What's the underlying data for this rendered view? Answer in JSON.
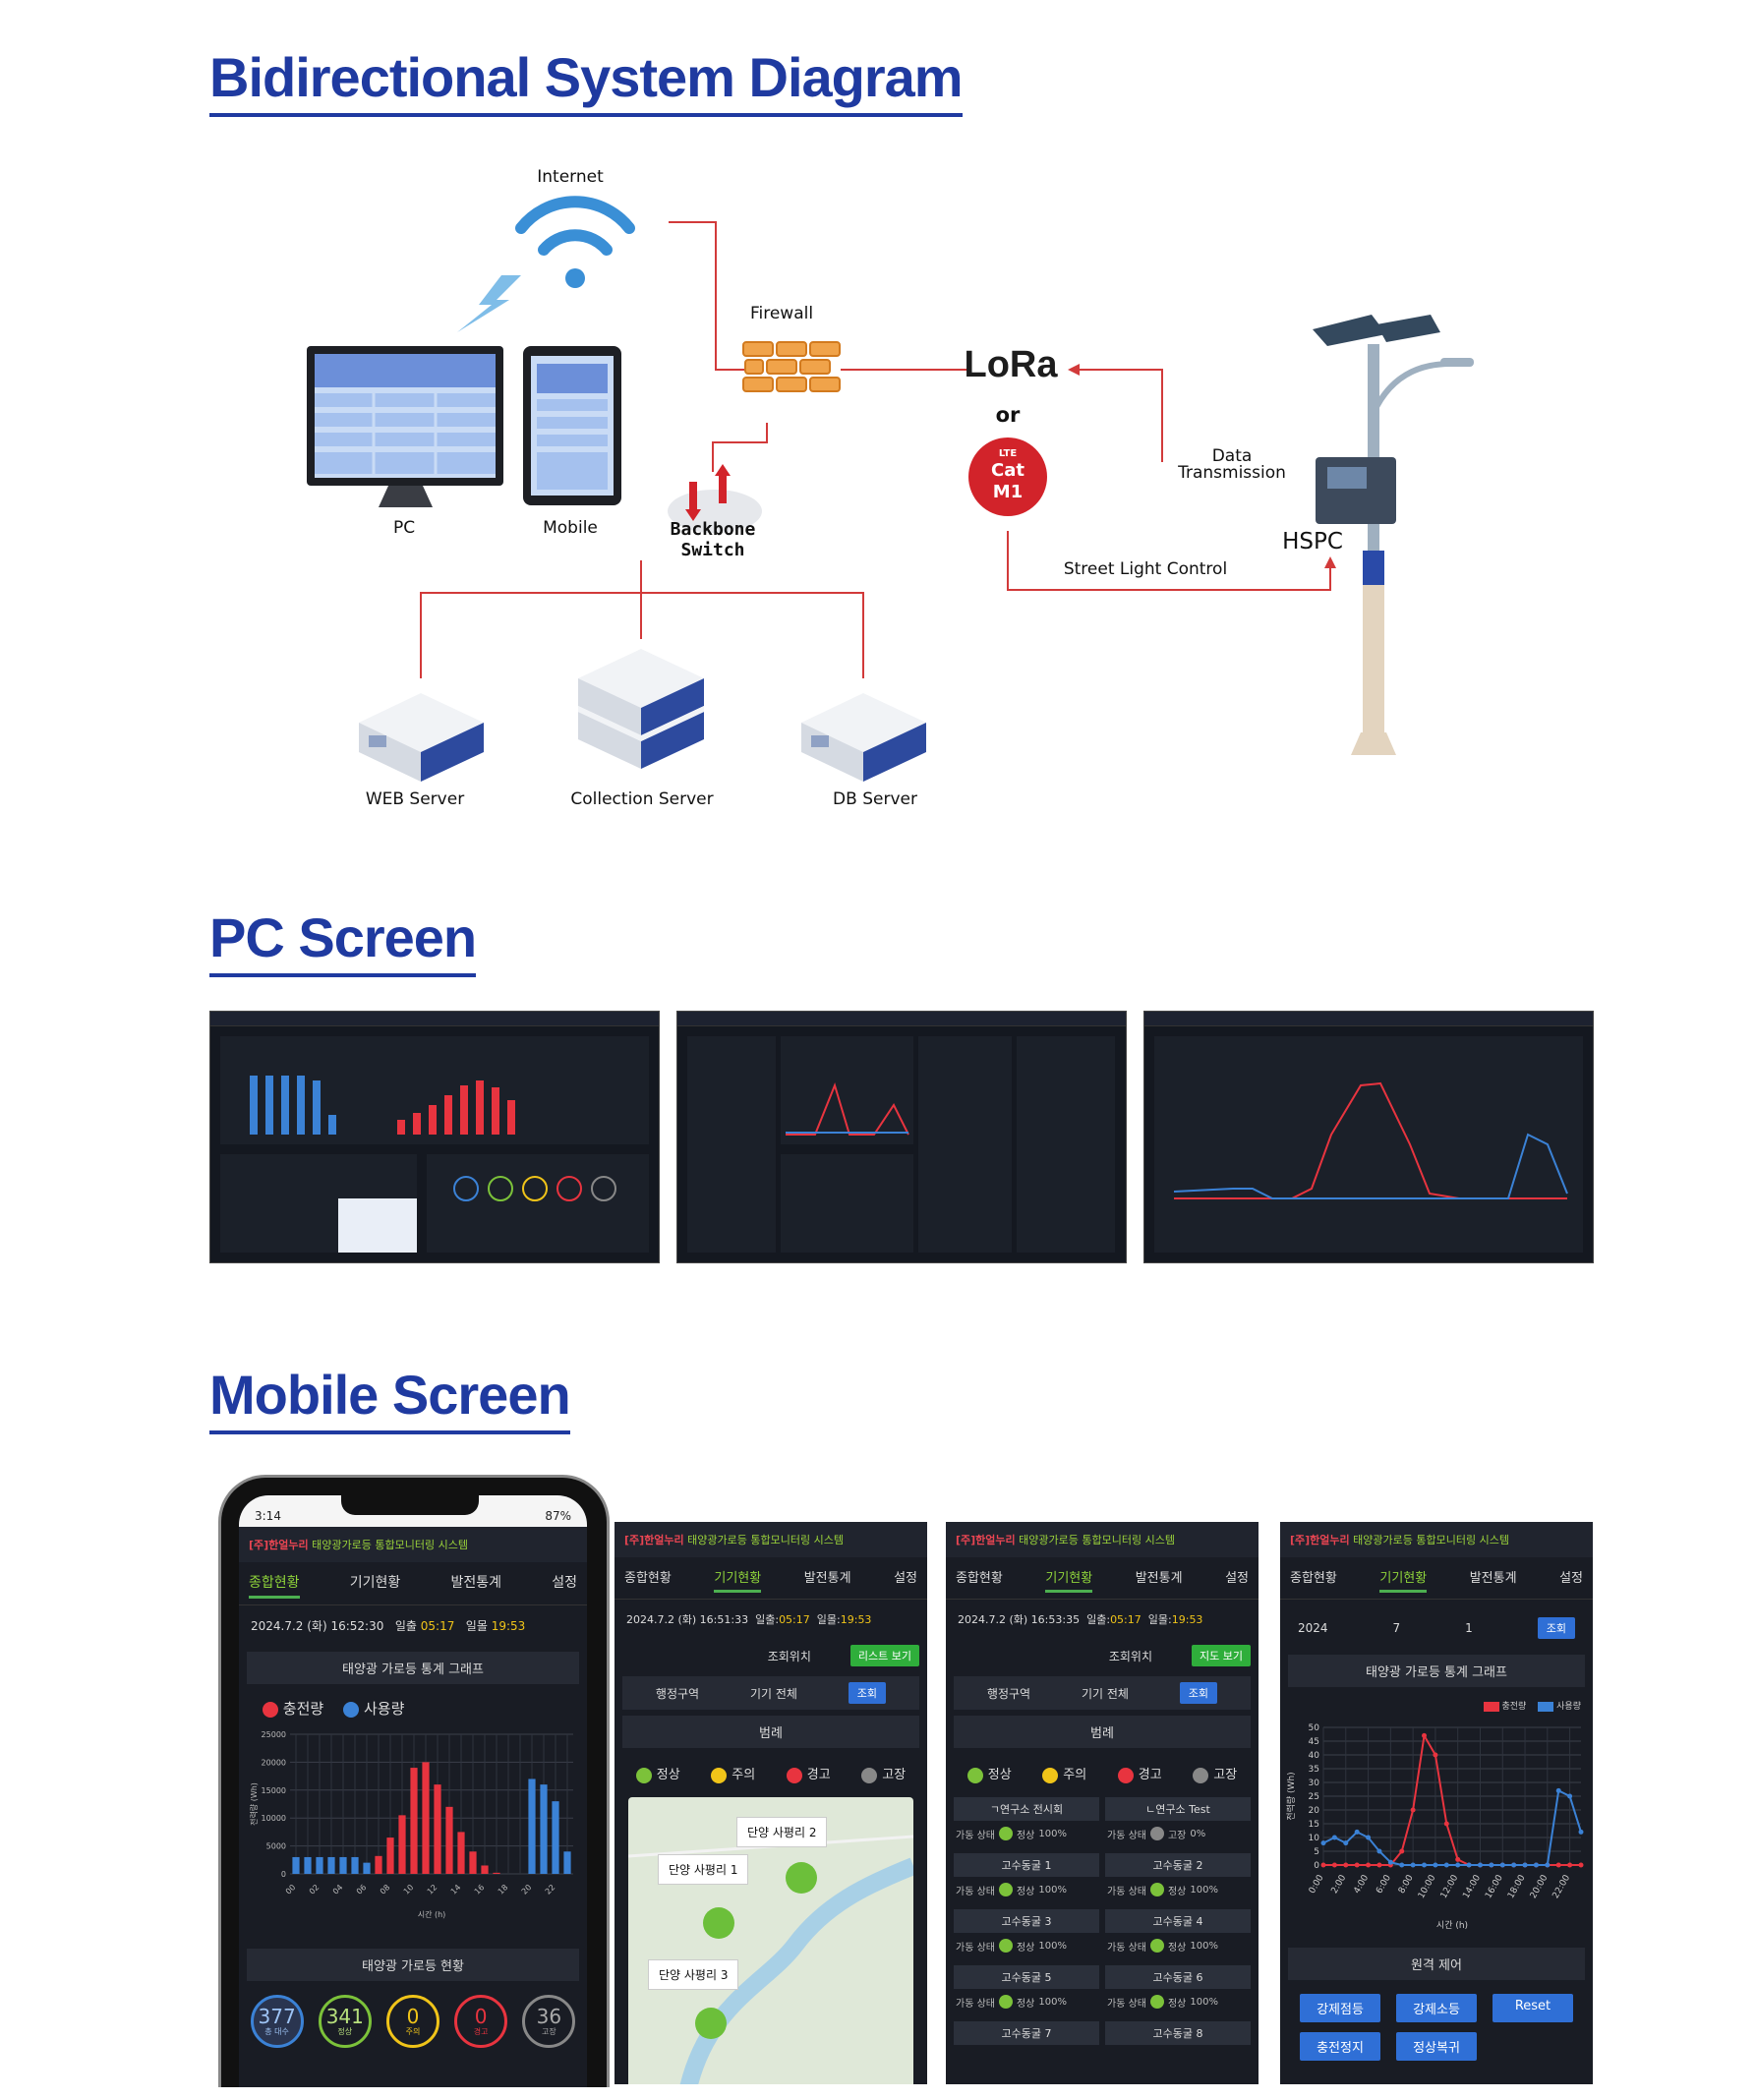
{
  "sections": {
    "diagram_title": "Bidirectional System Diagram",
    "pc_title": "PC Screen",
    "mobile_title": "Mobile Screen"
  },
  "diagram": {
    "internet": "Internet",
    "firewall": "Firewall",
    "pc": "PC",
    "mobile": "Mobile",
    "backbone_line1": "Backbone",
    "backbone_line2": "Switch",
    "lora": "LoRa",
    "or": "or",
    "lte_line1": "LTE",
    "lte_line2": "Cat",
    "lte_line3": "M1",
    "data_line1": "Data",
    "data_line2": "Transmission",
    "hspc": "HSPC",
    "street_light_control": "Street Light Control",
    "web_server": "WEB Server",
    "collection_server": "Collection Server",
    "db_server": "DB Server"
  },
  "mobile": {
    "status_time": "3:14",
    "status_battery": "87%",
    "brand": "[주]한얼누리",
    "system": "태양광가로등 통합모니터링 시스템",
    "tabs": [
      "종합현황",
      "기기현황",
      "발전통계",
      "설정"
    ],
    "s1_datetime": "2024.7.2 (화) 16:52:30",
    "s1_sunrise_label": "일출",
    "s1_sunrise": "05:17",
    "s1_sunset_label": "일몰",
    "s1_sunset": "19:53",
    "s1_graph_title": "태양광 가로등 통계 그래프",
    "legend_charge": "충전량",
    "legend_use": "사용량",
    "s1_status_title": "태양광 가로등 현황",
    "counts": [
      {
        "value": "377",
        "label": "총 대수"
      },
      {
        "value": "341",
        "label": "정상"
      },
      {
        "value": "0",
        "label": "주의"
      },
      {
        "value": "0",
        "label": "경고"
      },
      {
        "value": "36",
        "label": "고장"
      }
    ],
    "s2_datetime": "2024.7.2 (화) 16:51:33",
    "s2_sunrise": "05:17",
    "s2_sunset": "19:53",
    "lookup_location": "조회위치",
    "list_view": "리스트 보기",
    "map_view": "지도 보기",
    "admin_area": "행정구역",
    "all_devices": "기기 전체",
    "search": "조회",
    "legend_title": "범례",
    "legend_items": [
      "정상",
      "주의",
      "경고",
      "고장"
    ],
    "map_pins": [
      "단양 사평리 2",
      "단양 사평리 1",
      "단양 사평리 3"
    ],
    "s3_datetime": "2024.7.2 (화) 16:53:35",
    "s3_sunrise": "05:17",
    "s3_sunset": "19:53",
    "devices": [
      {
        "name": "ㄱ연구소 전시회",
        "status": "가동 상태",
        "state": "정상",
        "pct": "100%"
      },
      {
        "name": "ㄴ연구소 Test",
        "status": "가동 상태",
        "state": "고장",
        "pct": "0%"
      },
      {
        "name": "고수동굴 1",
        "status": "가동 상태",
        "state": "정상",
        "pct": "100%"
      },
      {
        "name": "고수동굴 2",
        "status": "가동 상태",
        "state": "정상",
        "pct": "100%"
      },
      {
        "name": "고수동굴 3",
        "status": "가동 상태",
        "state": "정상",
        "pct": "100%"
      },
      {
        "name": "고수동굴 4",
        "status": "가동 상태",
        "state": "정상",
        "pct": "100%"
      },
      {
        "name": "고수동굴 5",
        "status": "가동 상태",
        "state": "정상",
        "pct": "100%"
      },
      {
        "name": "고수동굴 6",
        "status": "가동 상태",
        "state": "정상",
        "pct": "100%"
      },
      {
        "name": "고수동굴 7",
        "status": "",
        "state": "",
        "pct": ""
      },
      {
        "name": "고수동굴 8",
        "status": "",
        "state": "",
        "pct": ""
      }
    ],
    "s4_year": "2024",
    "s4_month": "7",
    "s4_day": "1",
    "s4_ylabel": "전력량 (Wh)",
    "s4_xlabel": "시간 (h)",
    "s1_ylabel": "전력량 (Wh)",
    "s1_xlabel": "시간 (h)",
    "remote_title": "원격 제어",
    "remote_buttons": [
      "강제점등",
      "강제소등",
      "Reset",
      "충전정지",
      "정상복귀"
    ]
  },
  "chart_data": [
    {
      "type": "bar",
      "title": "태양광 가로등 통계 그래프",
      "xlabel": "시간 (h)",
      "ylabel": "전력량 (Wh)",
      "ylim": [
        0,
        25000
      ],
      "yticks": [
        0,
        5000,
        10000,
        15000,
        20000,
        25000
      ],
      "categories": [
        "00",
        "01",
        "02",
        "03",
        "04",
        "05",
        "06",
        "07",
        "08",
        "09",
        "10",
        "11",
        "12",
        "13",
        "14",
        "15",
        "16",
        "17",
        "18",
        "19",
        "20",
        "21",
        "22",
        "23"
      ],
      "xticks": [
        "00",
        "02",
        "04",
        "06",
        "08",
        "10",
        "12",
        "14",
        "16",
        "18",
        "20",
        "22"
      ],
      "series": [
        {
          "name": "충전량",
          "color": "#e8343f",
          "values": [
            0,
            0,
            0,
            0,
            0,
            0,
            0,
            3200,
            6500,
            10500,
            19000,
            20000,
            16000,
            12000,
            7500,
            4000,
            1500,
            200,
            0,
            0,
            0,
            0,
            0,
            0
          ]
        },
        {
          "name": "사용량",
          "color": "#3b82d6",
          "values": [
            3000,
            3000,
            3000,
            3000,
            3000,
            3000,
            2000,
            0,
            0,
            0,
            0,
            0,
            0,
            0,
            0,
            0,
            0,
            0,
            0,
            0,
            17000,
            16000,
            13000,
            4000
          ]
        }
      ]
    },
    {
      "type": "line",
      "xlabel": "시간 (h)",
      "ylabel": "전력량 (Wh)",
      "ylim": [
        0,
        50
      ],
      "yticks": [
        0,
        5,
        10,
        15,
        20,
        25,
        30,
        35,
        40,
        45,
        50
      ],
      "categories": [
        "0:00",
        "1:00",
        "2:00",
        "3:00",
        "4:00",
        "5:00",
        "6:00",
        "7:00",
        "8:00",
        "9:00",
        "10:00",
        "11:00",
        "12:00",
        "13:00",
        "14:00",
        "15:00",
        "16:00",
        "17:00",
        "18:00",
        "19:00",
        "20:00",
        "21:00",
        "22:00",
        "23:00"
      ],
      "xticks": [
        "0:00",
        "2:00",
        "4:00",
        "6:00",
        "8:00",
        "10:00",
        "12:00",
        "14:00",
        "16:00",
        "18:00",
        "20:00",
        "22:00"
      ],
      "series": [
        {
          "name": "충전량",
          "color": "#e8343f",
          "values": [
            0,
            0,
            0,
            0,
            0,
            0,
            0,
            5,
            20,
            47,
            40,
            15,
            2,
            0,
            0,
            0,
            0,
            0,
            0,
            0,
            0,
            0,
            0,
            0
          ]
        },
        {
          "name": "사용량",
          "color": "#3b82d6",
          "values": [
            8,
            10,
            8,
            12,
            10,
            5,
            1,
            0,
            0,
            0,
            0,
            0,
            0,
            0,
            0,
            0,
            0,
            0,
            0,
            0,
            0,
            27,
            25,
            12
          ]
        }
      ]
    }
  ],
  "colors": {
    "accent_blue": "#1f3aa0",
    "connector_red": "#d23a3a",
    "screen_bg": "#191c24",
    "normal_green": "#7cc23a"
  }
}
